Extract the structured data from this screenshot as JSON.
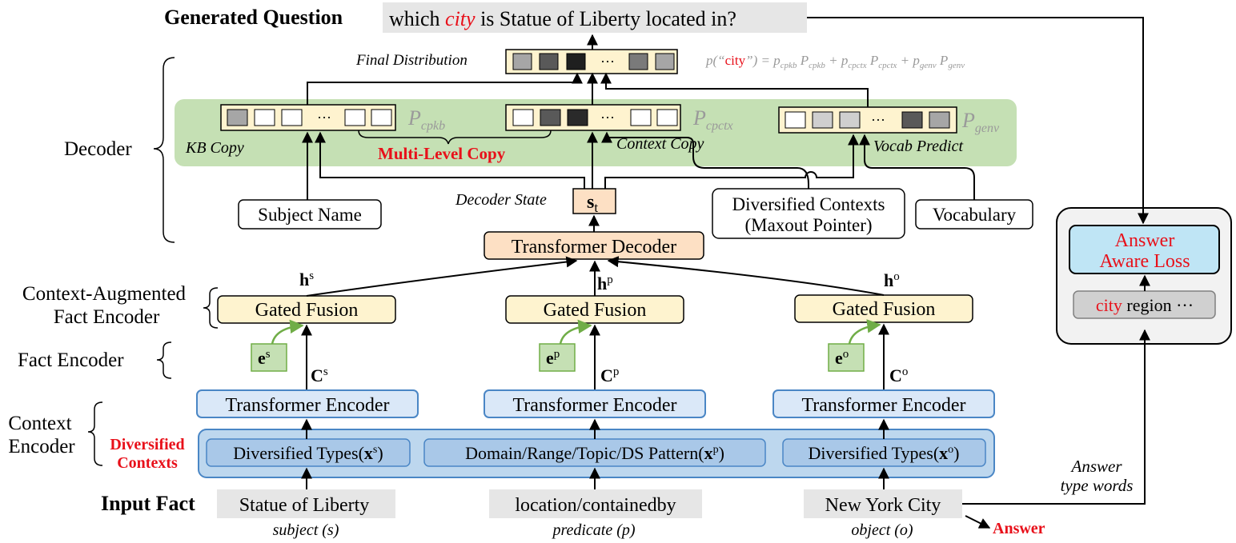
{
  "title": {
    "label": "Generated Question",
    "question_prefix": "which ",
    "question_highlight": "city",
    "question_suffix": " is Statue of Liberty located in?"
  },
  "final": {
    "label": "Final Distribution",
    "ellipsis": "···",
    "formula_prefix": "p(“",
    "formula_word": "city",
    "formula_suffix": "”) =",
    "p_sub1": "cpkb",
    "P_sub1": "cpkb",
    "p_sub2": "cpctx",
    "P_sub2": "cpctx",
    "p_sub3": "genv",
    "P_sub3": "genv",
    "plus": "+"
  },
  "decoder": {
    "label": "Decoder",
    "kb_copy": "KB Copy",
    "context_copy": "Context Copy",
    "vocab_predict": "Vocab Predict",
    "multi_level_copy": "Multi-Level Copy",
    "dist_kb": "P",
    "dist_kb_sub": "cpkb",
    "dist_ctx": "P",
    "dist_ctx_sub": "cpctx",
    "dist_voc": "P",
    "dist_voc_sub": "genv",
    "ellipsis": "···",
    "subject_name": "Subject Name",
    "decoder_state_label": "Decoder State",
    "state_symbol": "s",
    "state_sub": "t",
    "diversified_contexts_line1": "Diversified Contexts",
    "diversified_contexts_line2": "(Maxout Pointer)",
    "vocabulary": "Vocabulary",
    "transformer_decoder": "Transformer Decoder"
  },
  "left_labels": {
    "caf_line1": "Context-Augmented",
    "caf_line2": "Fact Encoder",
    "fact_encoder": "Fact Encoder",
    "context_line1": "Context",
    "context_line2": "Encoder",
    "diversified_line1": "Diversified",
    "diversified_line2": "Contexts"
  },
  "columns": {
    "gated_fusion": "Gated Fusion",
    "transformer_encoder": "Transformer Encoder",
    "h": "h",
    "e": "e",
    "C": "C",
    "sup_s": "s",
    "sup_p": "p",
    "sup_o": "o",
    "types_s_prefix": "Diversified Types(",
    "types_s_x": "x",
    "types_s_sup": "s",
    "types_s_suffix": ")",
    "types_p_prefix": "Domain/Range/Topic/DS Pattern(",
    "types_p_x": "x",
    "types_p_sup": "p",
    "types_p_suffix": ")",
    "types_o_prefix": "Diversified Types(",
    "types_o_x": "x",
    "types_o_sup": "o",
    "types_o_suffix": ")"
  },
  "input": {
    "label": "Input Fact",
    "subject": "Statue of Liberty",
    "predicate": "location/containedby",
    "object": "New York City",
    "subject_caption": "subject (s)",
    "predicate_caption": "predicate (p)",
    "object_caption": "object (o)",
    "answer": "Answer"
  },
  "loss": {
    "line1": "Answer",
    "line2": "Aware Loss",
    "region_word": "city",
    "region_rest": " region ···",
    "answer_type_line1": "Answer",
    "answer_type_line2": "type words"
  },
  "colors": {
    "green_band": "#c5e0b4",
    "cream_box": "#fef3cf",
    "orange_box": "#fde0c4",
    "blue_box": "#dae8f8",
    "blue_border": "#4a86c5",
    "green_box": "#c5e0b4",
    "green_border": "#70ad47",
    "loss_blue": "#bfe5f5",
    "red": "#e8101a",
    "gray_text": "#9a9a9a"
  }
}
